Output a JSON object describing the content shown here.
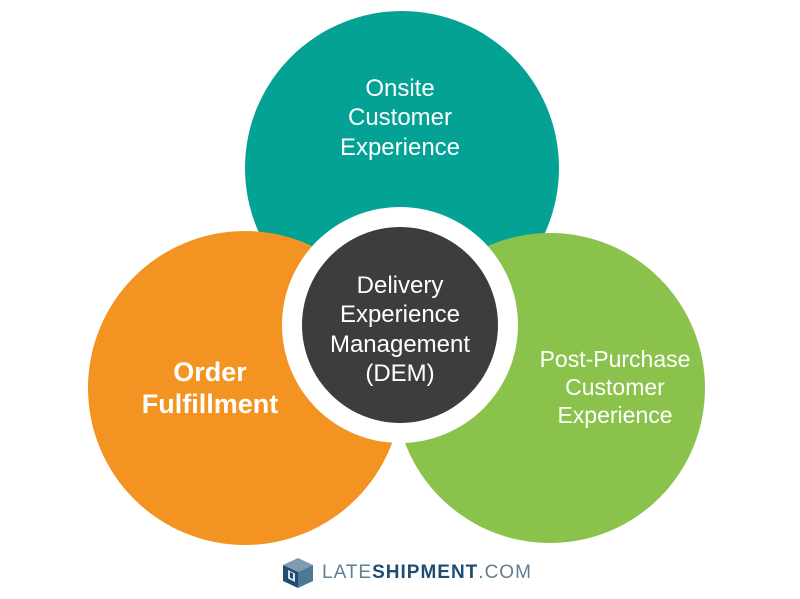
{
  "circles": {
    "top": {
      "lines": [
        "Onsite",
        "Customer",
        "Experience"
      ],
      "color": "#03a295"
    },
    "left": {
      "lines": [
        "Order",
        "Fulfillment"
      ],
      "color": "#f39321"
    },
    "right": {
      "lines": [
        "Post-Purchase",
        "Customer",
        "Experience"
      ],
      "color": "#8bc24b"
    },
    "center": {
      "lines": [
        "Delivery",
        "Experience",
        "Management",
        "(DEM)"
      ],
      "color": "#3d3d40",
      "ring_color": "#ffffff"
    }
  },
  "logo": {
    "icon": "stacked-box-logo-icon",
    "text_part1": "LATE",
    "text_part2": "SHIPMENT",
    "text_part3": ".COM",
    "color_light": "#5f7f93",
    "color_dark": "#1f4e74"
  }
}
